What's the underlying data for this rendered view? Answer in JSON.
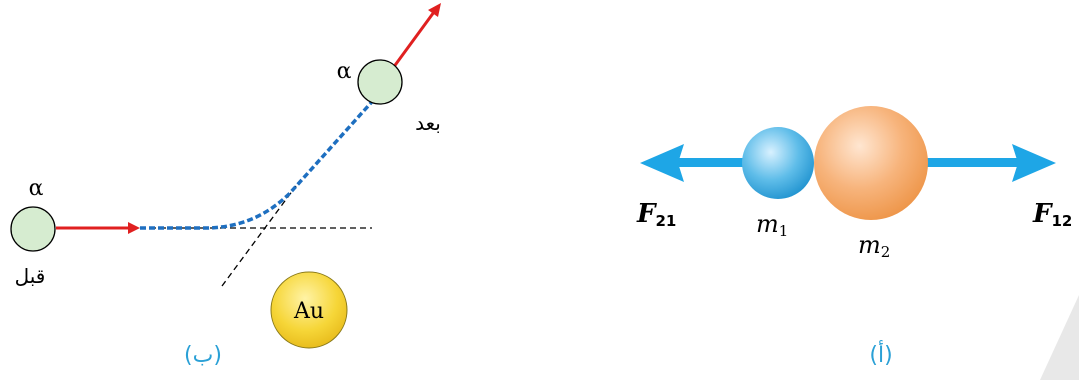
{
  "panel_b": {
    "caption": "(ب)",
    "alpha_before_label": "α",
    "before_label": "قبل",
    "alpha_after_label": "α",
    "after_label": "بعد",
    "nucleus_label": "Au"
  },
  "panel_a": {
    "caption": "(أ)",
    "force_left_label": "F",
    "force_left_sub": "21",
    "force_right_label": "F",
    "force_right_sub": "12",
    "mass1_label": "m",
    "mass1_sub": "1",
    "mass2_label": "m",
    "mass2_sub": "2"
  },
  "colors": {
    "arrow_red": "#e02020",
    "path_blue": "#1e6fc0",
    "force_blue": "#1ea6e6",
    "caption_blue": "#2aa0d6",
    "alpha_fill": "#d6ecd0",
    "gold_fill": "#f3d23a"
  }
}
